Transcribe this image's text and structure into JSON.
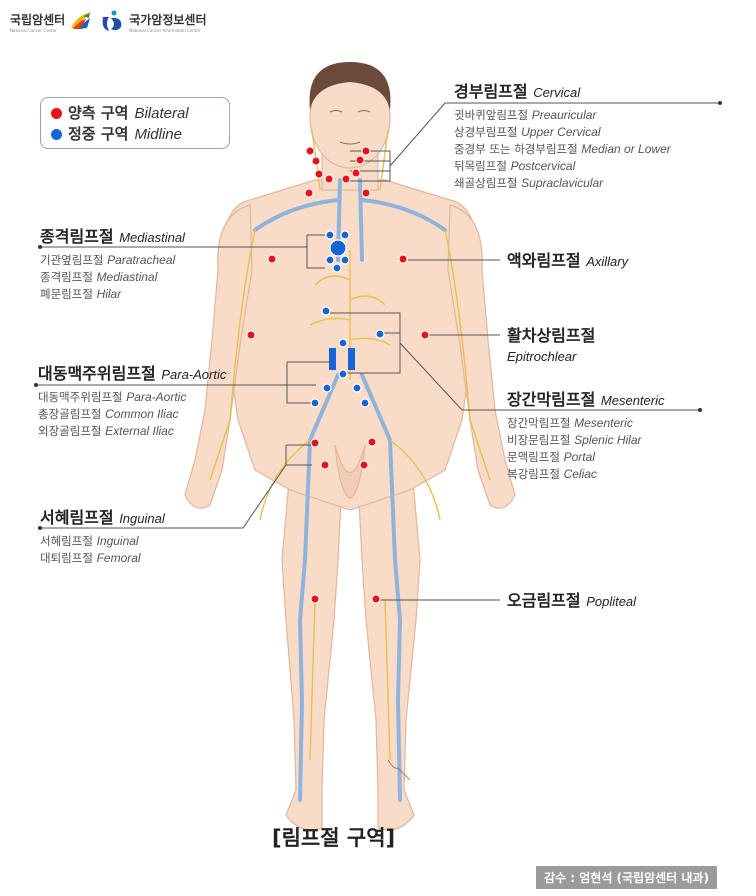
{
  "header": {
    "logos": [
      {
        "name": "국립암센터",
        "subtitle": "National Cancer Center",
        "icon": "ncc-swoosh-logo"
      },
      {
        "name": "국가암정보센터",
        "subtitle": "National Cancer Information Center",
        "icon": "ncic-figure-logo"
      }
    ]
  },
  "legend": {
    "items": [
      {
        "korean": "양측 구역",
        "english": "Bilateral",
        "color": "#e8121c"
      },
      {
        "korean": "정중 구역",
        "english": "Midline",
        "color": "#1565d8"
      }
    ]
  },
  "groups": {
    "cervical": {
      "title_ko": "경부림프절",
      "title_en": "Cervical",
      "items": [
        {
          "ko": "귓바퀴앞림프절",
          "en": "Preauricular"
        },
        {
          "ko": "상경부림프절",
          "en": "Upper Cervical"
        },
        {
          "ko": "중경부 또는 하경부림프절",
          "en": "Median or Lower"
        },
        {
          "ko": "뒤목림프절",
          "en": "Postcervical"
        },
        {
          "ko": "쇄골상림프절",
          "en": "Supraclavicular"
        }
      ]
    },
    "mediastinal": {
      "title_ko": "종격림프절",
      "title_en": "Mediastinal",
      "items": [
        {
          "ko": "기관옆림프절",
          "en": "Paratracheal"
        },
        {
          "ko": "종격림프절",
          "en": "Mediastinal"
        },
        {
          "ko": "폐문림프절",
          "en": "Hilar"
        }
      ]
    },
    "axillary": {
      "title_ko": "액와림프절",
      "title_en": "Axillary"
    },
    "epitrochlear": {
      "title_ko": "활차상림프절",
      "title_en": "Epitrochlear"
    },
    "para_aortic": {
      "title_ko": "대동맥주위림프절",
      "title_en": "Para-Aortic",
      "items": [
        {
          "ko": "대동맥주위림프절",
          "en": "Para-Aortic"
        },
        {
          "ko": "총장골림프절",
          "en": "Common Iliac"
        },
        {
          "ko": "외장골림프절",
          "en": "External Iliac"
        }
      ]
    },
    "mesenteric": {
      "title_ko": "장간막림프절",
      "title_en": "Mesenteric",
      "items": [
        {
          "ko": "장간막림프절",
          "en": "Mesenteric"
        },
        {
          "ko": "비장문림프절",
          "en": "Splenic Hilar"
        },
        {
          "ko": "문맥림프절",
          "en": "Portal"
        },
        {
          "ko": "복강림프절",
          "en": "Celiac"
        }
      ]
    },
    "inguinal": {
      "title_ko": "서혜림프절",
      "title_en": "Inguinal",
      "items": [
        {
          "ko": "서혜림프절",
          "en": "Inguinal"
        },
        {
          "ko": "대퇴림프절",
          "en": "Femoral"
        }
      ]
    },
    "popliteal": {
      "title_ko": "오금림프절",
      "title_en": "Popliteal"
    }
  },
  "caption": "[림프절 구역]",
  "credit": "감수 : 엄현석 (국립암센터 내과)",
  "colors": {
    "bilateral": "#e8121c",
    "midline": "#1565d8",
    "skin": "#f8dcc8",
    "skin_outline": "#e2b59c",
    "lymph": "#e8c04a",
    "vessel": "#8fb3dc",
    "leader_line": "#555555"
  }
}
